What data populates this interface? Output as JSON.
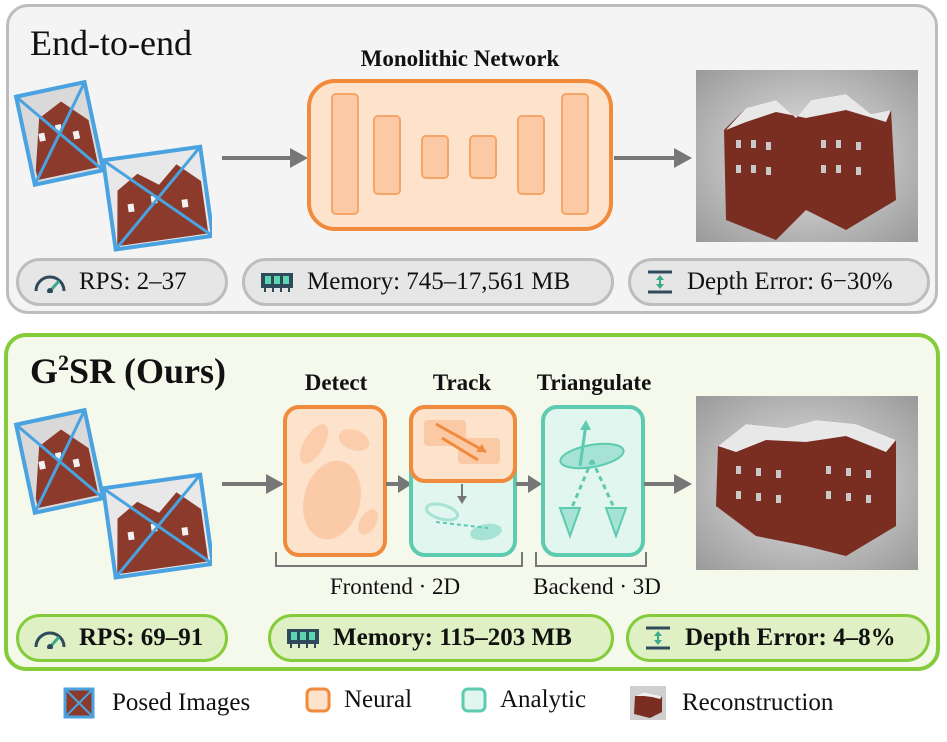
{
  "top": {
    "title": "End-to-end",
    "network_label": "Monolithic Network",
    "metrics": {
      "rps": "RPS:   2–37",
      "memory": "Memory: 745–17,561 MB",
      "depth": "Depth Error:  6−30%"
    }
  },
  "bottom": {
    "title_main": "G",
    "title_sup": "2",
    "title_rest": "SR (Ours)",
    "stages": {
      "detect": "Detect",
      "track": "Track",
      "triangulate": "Triangulate"
    },
    "frontend_label": "Frontend · 2D",
    "backend_label": "Backend · 3D",
    "metrics": {
      "rps": "RPS: 69–91",
      "memory": "Memory: 115–203 MB",
      "depth": "Depth Error: 4–8%"
    }
  },
  "legend": {
    "posed": "Posed Images",
    "neural": "Neural",
    "analytic": "Analytic",
    "reconstruction": "Reconstruction"
  },
  "colors": {
    "neural": "#f08a3c",
    "neural_fill": "#fde2cc",
    "analytic": "#5ccbb0",
    "analytic_fill": "#e2f6f0",
    "green_border": "#84cc3a",
    "gray_border": "#bdbdbd",
    "camera_frame": "#4aa3e0",
    "building": "#8b3a2c"
  },
  "icons": [
    "speedometer-icon",
    "memory-chip-icon",
    "depth-error-icon"
  ]
}
